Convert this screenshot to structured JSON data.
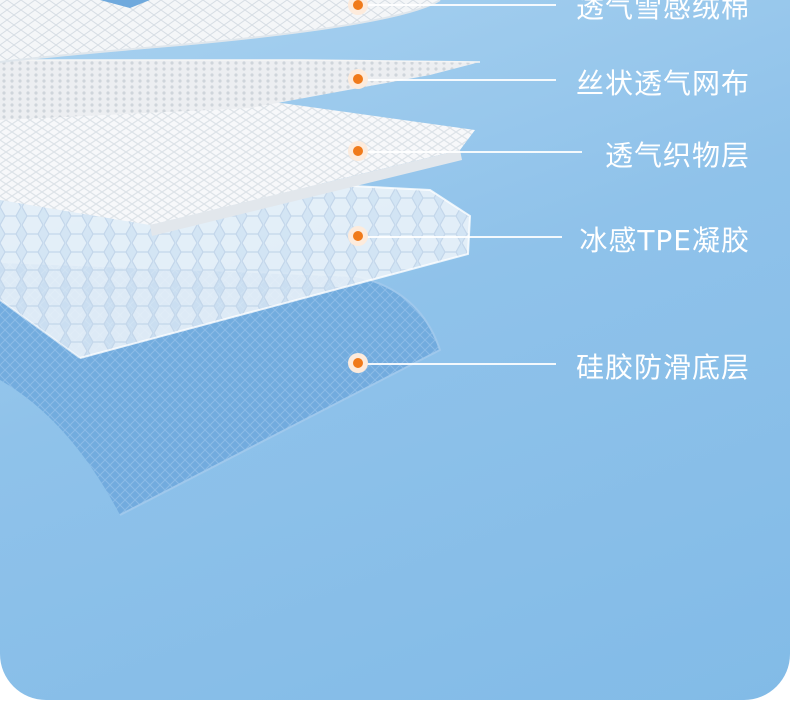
{
  "layers": [
    {
      "id": "top-foam",
      "label": "透气雪感绒棉"
    },
    {
      "id": "silk-mesh",
      "label": "丝状透气网布"
    },
    {
      "id": "woven",
      "label": "透气织物层"
    },
    {
      "id": "tpe-gel",
      "label": "冰感TPE凝胶"
    },
    {
      "id": "silicone",
      "label": "硅胶防滑底层"
    }
  ],
  "colors": {
    "background": "#8fc2ea",
    "dot": "#f07a1a",
    "text": "#ffffff"
  }
}
